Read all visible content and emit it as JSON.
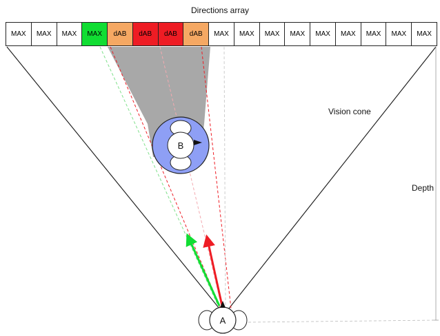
{
  "diagram": {
    "title": "Directions array",
    "cells": [
      {
        "label": "MAX",
        "color": "#ffffff"
      },
      {
        "label": "MAX",
        "color": "#ffffff"
      },
      {
        "label": "MAX",
        "color": "#ffffff"
      },
      {
        "label": "MAX",
        "color": "#11dd33"
      },
      {
        "label": "dAB",
        "color": "#f5a863"
      },
      {
        "label": "dAB",
        "color": "#ee1c24"
      },
      {
        "label": "dAB",
        "color": "#ee1c24"
      },
      {
        "label": "dAB",
        "color": "#f5a863"
      },
      {
        "label": "MAX",
        "color": "#ffffff"
      },
      {
        "label": "MAX",
        "color": "#ffffff"
      },
      {
        "label": "MAX",
        "color": "#ffffff"
      },
      {
        "label": "MAX",
        "color": "#ffffff"
      },
      {
        "label": "MAX",
        "color": "#ffffff"
      },
      {
        "label": "MAX",
        "color": "#ffffff"
      },
      {
        "label": "MAX",
        "color": "#ffffff"
      },
      {
        "label": "MAX",
        "color": "#ffffff"
      },
      {
        "label": "MAX",
        "color": "#ffffff"
      }
    ],
    "vision_cone_label": "Vision cone",
    "depth_label": "Depth",
    "agent_a_label": "A",
    "agent_b_label": "B",
    "colors": {
      "green": "#11dd33",
      "red": "#ee1c24",
      "orange": "#f5a863",
      "shadow": "#a8a8a8",
      "agent_b_fill": "#8e9ff5"
    }
  }
}
